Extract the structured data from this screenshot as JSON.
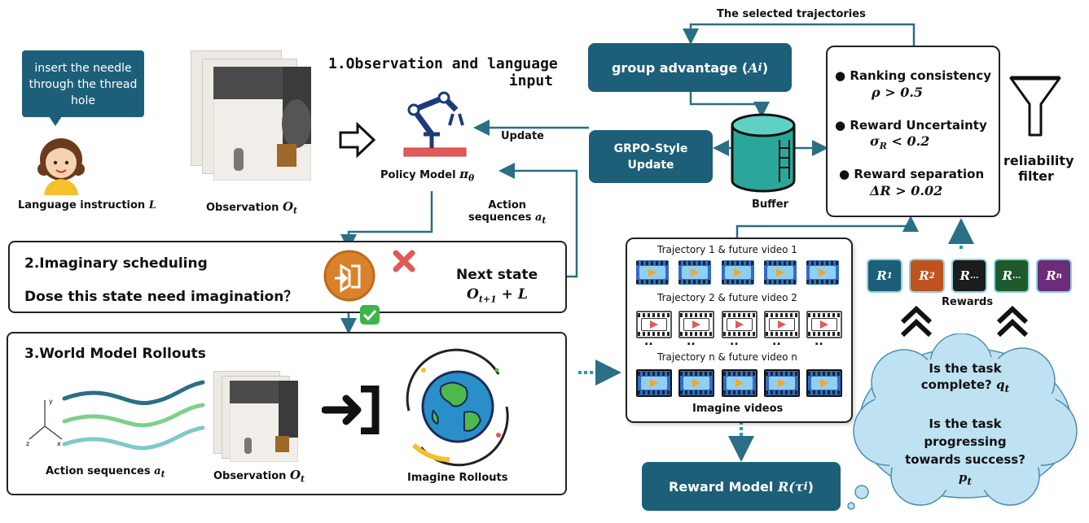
{
  "bubble_text": "insert the needle through the thread hole",
  "language_instruction": "Language instruction",
  "language_symbol": "L",
  "observation_label": "Observation",
  "obs_symbol": "O",
  "obs_sub": "t",
  "step1_title_line1": "1.Observation and language",
  "step1_title_line2": "input",
  "policy_label": "Policy Model",
  "policy_symbol": "π",
  "policy_sub": "θ",
  "update_label": "Update",
  "action_line1": "Action",
  "action_line2": "sequences",
  "action_symbol": "a",
  "action_sub": "t",
  "step2_title": "2.Imaginary scheduling",
  "step2_question": "Dose this state need imagination？",
  "next_state": "Next state",
  "next_state_symbol": "O",
  "next_state_sub": "t+1",
  "next_state_plus": " + L",
  "step3_title": "3.World Model Rollouts",
  "action_seq_label": "Action sequences",
  "observation_label2": "Observation",
  "imagine_rollouts": "Imagine Rollouts",
  "selected_traj": "The selected trajectories",
  "group_adv_text": "group advantage (",
  "group_adv_symbol": "A",
  "group_adv_sub": "i",
  "group_adv_close": ")",
  "grpo_line1": "GRPO-Style",
  "grpo_line2": "Update",
  "buffer_label": "Buffer",
  "ranking_label": "Ranking consistency",
  "ranking_expr": "ρ > 0.5",
  "uncertainty_label": "Reward Uncertainty",
  "uncertainty_expr": "σ",
  "uncertainty_sub": "R",
  "uncertainty_tail": " < 0.2",
  "separation_label": "Reward separation",
  "separation_expr": "ΔR > 0.02",
  "reliability_line1": "reliability",
  "reliability_line2": "filter",
  "traj1_label": "Trajectory 1 & future video 1",
  "traj2_label": "Trajectory 2 & future video 2",
  "trajn_label": "Trajectory n & future video n",
  "imagine_videos": "Imagine videos",
  "reward_model_text": "Reward Model",
  "reward_model_symbol": "R(τ",
  "reward_model_sub": "i",
  "reward_model_close": ")",
  "rewards_label": "Rewards",
  "reward_tiles": [
    {
      "main": "R",
      "sub": "1",
      "color": "#1d5f78"
    },
    {
      "main": "R",
      "sub": "2",
      "color": "#c0521e"
    },
    {
      "main": "R",
      "sub": "...",
      "color": "#1c1c1c"
    },
    {
      "main": "R",
      "sub": "...",
      "color": "#1f5a2c"
    },
    {
      "main": "R",
      "sub": "n",
      "color": "#6b2c7a"
    }
  ],
  "cloud_q1_line1": "Is the task",
  "cloud_q1_line2": "complete?",
  "cloud_q1_symbol": "q",
  "cloud_q1_sub": "t",
  "cloud_q2_line1": "Is the task",
  "cloud_q2_line2": "progressing",
  "cloud_q2_line3": "towards success?",
  "cloud_q2_symbol": "p",
  "cloud_q2_sub": "t",
  "ellipsis": "..",
  "colors": {
    "teal": "#1d5f78",
    "arrow": "#2a6f86",
    "gear": "#d9822b",
    "check": "#3cb54a",
    "cross": "#e05a5a",
    "cloud": "#bfe2f2"
  },
  "icons": [
    "robot-arm-icon",
    "funnel-icon",
    "world-icon",
    "buffer-cylinder-icon",
    "film-icon",
    "girl-avatar-icon",
    "scheduler-icon"
  ]
}
